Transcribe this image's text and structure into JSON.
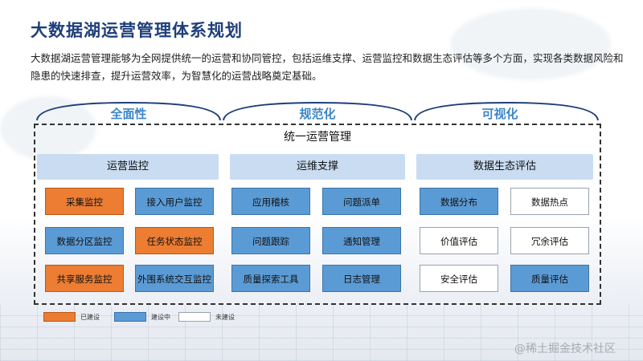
{
  "title": "大数据湖运营管理体系规划",
  "description": "大数据湖运营管理能够为全网提供统一的运营和协同管控，包括运维支撑、运营监控和数据生态评估等多个方面，实现各类数据风险和隐患的快速排查，提升运营效率，为智慧化的运营战略奠定基础。",
  "features": [
    "全面性",
    "规范化",
    "可视化"
  ],
  "unified_label": "统一运营管理",
  "groups": [
    {
      "name": "运营监控",
      "items": [
        {
          "label": "采集监控",
          "status": "built"
        },
        {
          "label": "接入用户监控",
          "status": "building"
        },
        {
          "label": "数据分区监控",
          "status": "building"
        },
        {
          "label": "任务状态监控",
          "status": "built"
        },
        {
          "label": "共享服务监控",
          "status": "built"
        },
        {
          "label": "外围系统交互监控",
          "status": "building"
        }
      ]
    },
    {
      "name": "运维支撑",
      "items": [
        {
          "label": "应用稽核",
          "status": "building"
        },
        {
          "label": "问题派单",
          "status": "building"
        },
        {
          "label": "问题跟踪",
          "status": "building"
        },
        {
          "label": "通知管理",
          "status": "building"
        },
        {
          "label": "质量探索工具",
          "status": "building"
        },
        {
          "label": "日志管理",
          "status": "building"
        }
      ]
    },
    {
      "name": "数据生态评估",
      "items": [
        {
          "label": "数据分布",
          "status": "building"
        },
        {
          "label": "数据热点",
          "status": "unbuilt"
        },
        {
          "label": "价值评估",
          "status": "unbuilt"
        },
        {
          "label": "冗余评估",
          "status": "unbuilt"
        },
        {
          "label": "安全评估",
          "status": "unbuilt"
        },
        {
          "label": "质量评估",
          "status": "building"
        }
      ]
    }
  ],
  "legend": [
    {
      "label": "已建设",
      "status": "built"
    },
    {
      "label": "建设中",
      "status": "building"
    },
    {
      "label": "未建设",
      "status": "unbuilt"
    }
  ],
  "colors": {
    "built": "#ec7d32",
    "building": "#5b9bd5",
    "unbuilt": "#ffffff",
    "accent": "#3a86c8",
    "title": "#1f3f7a"
  },
  "watermark": "@稀土掘金技术社区"
}
